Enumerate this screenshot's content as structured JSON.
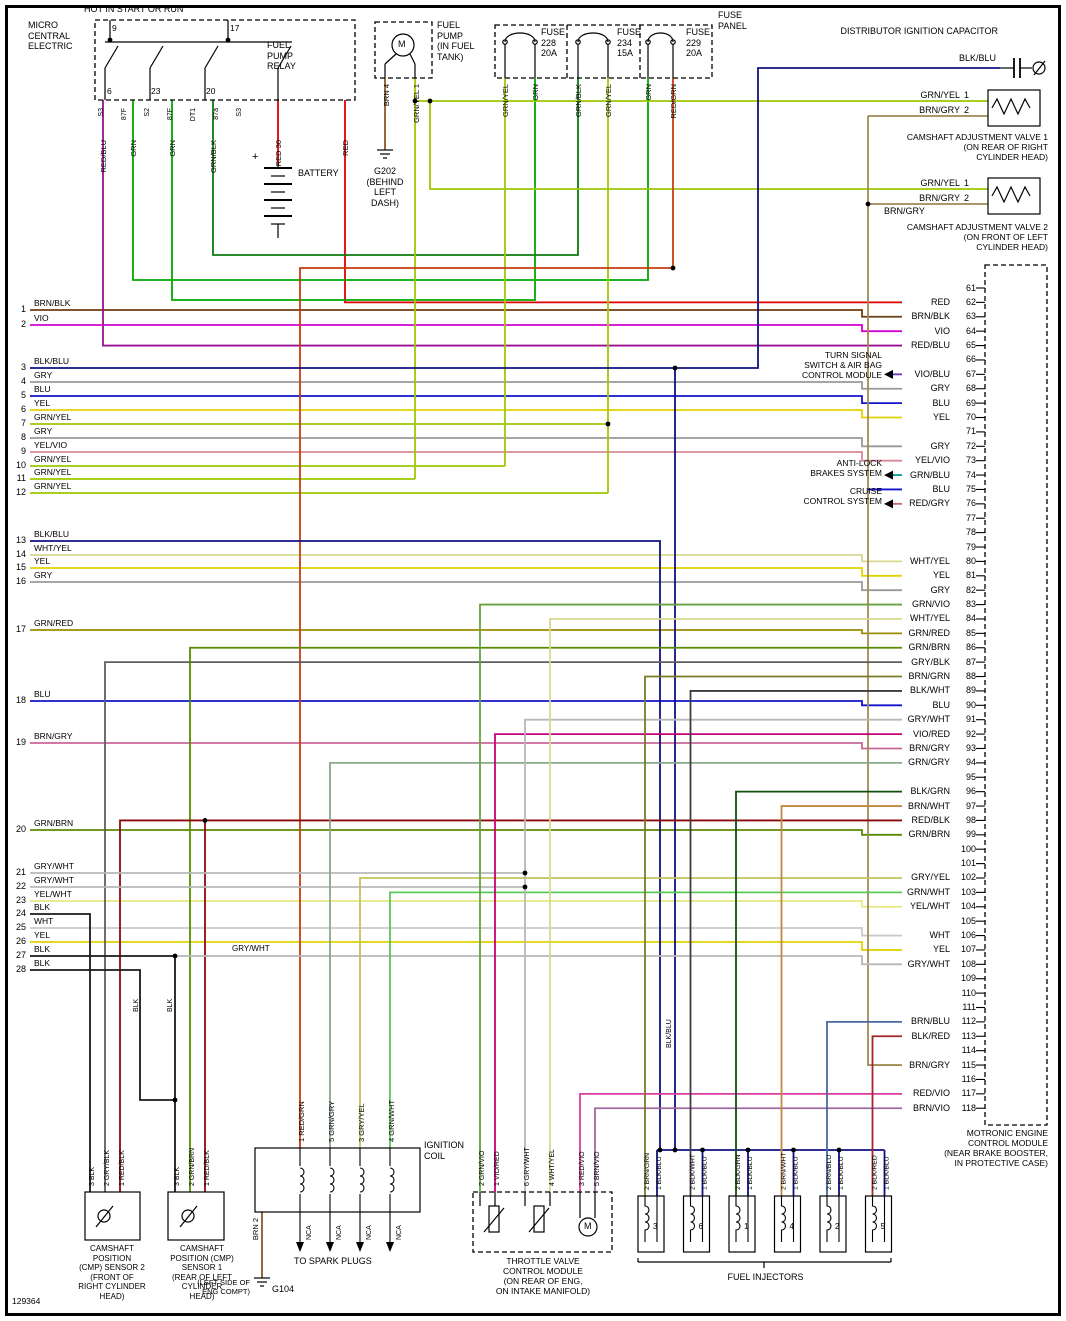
{
  "meta": {
    "id": "129364"
  },
  "palette": {
    "BLK": "#1a1a1a",
    "WHT": "#c9c9c9",
    "GRY": "#999999",
    "RED": "#e00000",
    "YEL": "#e0d400",
    "BLU": "#1414cc",
    "GRN": "#00a800",
    "BRN": "#8a5a28",
    "VIO": "#d400d4",
    "BRN/BLK": "#6e3d12",
    "RED/BLU": "#9a1090",
    "BLK/BLU": "#101080",
    "GRN/YEL": "#9cc800",
    "GRN/BLK": "#0c7a0c",
    "GRN/BRN": "#5a8a00",
    "GRN/RED": "#9c8c00",
    "GRN/GRY": "#8aa88a",
    "GRN/WHT": "#58c858",
    "GRN/VIO": "#68a040",
    "GRN/BLU": "#009a9a",
    "YEL/VIO": "#d88898",
    "YEL/WHT": "#e8e880",
    "WHT/YEL": "#d8d890",
    "GRY/BLK": "#5e5e5e",
    "GRY/WHT": "#b8b8b8",
    "GRY/YEL": "#c2c25a",
    "RED/GRN": "#c83c10",
    "RED/GRY": "#c86868",
    "RED/BLK": "#8a0a0a",
    "RED/VIO": "#d83ca0",
    "VIO/BLU": "#6838c8",
    "VIO/RED": "#c80078",
    "BRN/GRY": "#c86898",
    "BRN/GRY_ALT": "#a08a55",
    "BRN/GRN": "#7a7a28",
    "BRN/WHT": "#c08840",
    "BRN/BLU": "#4868a0",
    "BRN/VIO": "#a068a0",
    "BLK/WHT": "#3c3c3c",
    "BLK/GRN": "#0f4f0f",
    "BLK/RED": "#a02828"
  },
  "top": {
    "hot_label": "HOT IN START OR RUN",
    "micro_label": "MICRO\nCENTRAL\nELECTRIC"
  },
  "relay": {
    "label": "FUEL\nPUMP\nRELAY",
    "top_pins": [
      "9",
      "17"
    ],
    "bottom_pins": [
      "6",
      "23",
      "20"
    ],
    "terminals": [
      "S3",
      "87F",
      "S2",
      "87F",
      "DT1",
      "87a",
      "S3"
    ],
    "wire_labels": [
      "RED/BLU",
      "GRN",
      "GRN",
      "GRN/BLK",
      "RED 30",
      "RED"
    ]
  },
  "battery": {
    "label": "BATTERY",
    "plus": "+"
  },
  "fuel_pump": {
    "label": "FUEL\nPUMP\n(IN FUEL\nTANK)",
    "motor": "M",
    "wire_labels": [
      "BRN 4",
      "GRN/YEL 1"
    ],
    "ground_label": "G202\n(BEHIND\nLEFT\nDASH)"
  },
  "fuses": {
    "panel_label": "FUSE\nPANEL",
    "items": [
      {
        "label": "FUSE\n228\n20A"
      },
      {
        "label": "FUSE\n234\n15A"
      },
      {
        "label": "FUSE\n229\n20A"
      }
    ],
    "wire_labels": [
      "GRN/YEL",
      "GRN",
      "GRN/BLK",
      "GRN/YEL",
      "GRN",
      "RED/GRN"
    ]
  },
  "capacitor": {
    "label": "DISTRIBUTOR IGNITION CAPACITOR",
    "wire": "BLK/BLU"
  },
  "valves": [
    {
      "title": "CAMSHAFT ADJUSTMENT VALVE 1\n(ON REAR OF RIGHT\nCYLINDER HEAD)",
      "pins": [
        {
          "pin": "1",
          "wire": "GRN/YEL"
        },
        {
          "pin": "2",
          "wire": "BRN/GRY"
        }
      ]
    },
    {
      "title": "CAMSHAFT ADJUSTMENT VALVE 2\n(ON FRONT OF LEFT\nCYLINDER HEAD)",
      "pins": [
        {
          "pin": "1",
          "wire": "GRN/YEL"
        },
        {
          "pin": "2",
          "wire": "BRN/GRY"
        }
      ],
      "extra_wire": "BRN/GRY"
    }
  ],
  "ecm": {
    "title": "MOTRONIC ENGINE\nCONTROL MODULE\n(NEAR BRAKE BOOSTER,\nIN PROTECTIVE CASE)",
    "pins": [
      {
        "num": "61",
        "wire": ""
      },
      {
        "num": "62",
        "wire": "RED"
      },
      {
        "num": "63",
        "wire": "BRN/BLK"
      },
      {
        "num": "64",
        "wire": "VIO"
      },
      {
        "num": "65",
        "wire": "RED/BLU"
      },
      {
        "num": "66",
        "wire": ""
      },
      {
        "num": "67",
        "wire": "VIO/BLU"
      },
      {
        "num": "68",
        "wire": "GRY"
      },
      {
        "num": "69",
        "wire": "BLU"
      },
      {
        "num": "70",
        "wire": "YEL"
      },
      {
        "num": "71",
        "wire": ""
      },
      {
        "num": "72",
        "wire": "GRY"
      },
      {
        "num": "73",
        "wire": "YEL/VIO"
      },
      {
        "num": "74",
        "wire": "GRN/BLU"
      },
      {
        "num": "75",
        "wire": "BLU"
      },
      {
        "num": "76",
        "wire": "RED/GRY"
      },
      {
        "num": "77",
        "wire": ""
      },
      {
        "num": "78",
        "wire": ""
      },
      {
        "num": "79",
        "wire": ""
      },
      {
        "num": "80",
        "wire": "WHT/YEL"
      },
      {
        "num": "81",
        "wire": "YEL"
      },
      {
        "num": "82",
        "wire": "GRY"
      },
      {
        "num": "83",
        "wire": "GRN/VIO"
      },
      {
        "num": "84",
        "wire": "WHT/YEL"
      },
      {
        "num": "85",
        "wire": "GRN/RED"
      },
      {
        "num": "86",
        "wire": "GRN/BRN"
      },
      {
        "num": "87",
        "wire": "GRY/BLK"
      },
      {
        "num": "88",
        "wire": "BRN/GRN"
      },
      {
        "num": "89",
        "wire": "BLK/WHT"
      },
      {
        "num": "90",
        "wire": "BLU"
      },
      {
        "num": "91",
        "wire": "GRY/WHT"
      },
      {
        "num": "92",
        "wire": "VIO/RED"
      },
      {
        "num": "93",
        "wire": "BRN/GRY"
      },
      {
        "num": "94",
        "wire": "GRN/GRY"
      },
      {
        "num": "95",
        "wire": ""
      },
      {
        "num": "96",
        "wire": "BLK/GRN"
      },
      {
        "num": "97",
        "wire": "BRN/WHT"
      },
      {
        "num": "98",
        "wire": "RED/BLK"
      },
      {
        "num": "99",
        "wire": "GRN/BRN"
      },
      {
        "num": "100",
        "wire": ""
      },
      {
        "num": "101",
        "wire": ""
      },
      {
        "num": "102",
        "wire": "GRY/YEL"
      },
      {
        "num": "103",
        "wire": "GRN/WHT"
      },
      {
        "num": "104",
        "wire": "YEL/WHT"
      },
      {
        "num": "105",
        "wire": ""
      },
      {
        "num": "106",
        "wire": "WHT"
      },
      {
        "num": "107",
        "wire": "YEL"
      },
      {
        "num": "108",
        "wire": "GRY/WHT"
      },
      {
        "num": "109",
        "wire": ""
      },
      {
        "num": "110",
        "wire": ""
      },
      {
        "num": "111",
        "wire": ""
      },
      {
        "num": "112",
        "wire": "BRN/BLU"
      },
      {
        "num": "113",
        "wire": "BLK/RED"
      },
      {
        "num": "114",
        "wire": ""
      },
      {
        "num": "115",
        "wire": "BRN/GRY"
      },
      {
        "num": "116",
        "wire": ""
      },
      {
        "num": "117",
        "wire": "RED/VIO"
      },
      {
        "num": "118",
        "wire": "BRN/VIO"
      }
    ]
  },
  "left_pins": [
    {
      "num": "1",
      "wire": "BRN/BLK"
    },
    {
      "num": "2",
      "wire": "VIO"
    },
    {
      "num": "3",
      "wire": "BLK/BLU"
    },
    {
      "num": "4",
      "wire": "GRY"
    },
    {
      "num": "5",
      "wire": "BLU"
    },
    {
      "num": "6",
      "wire": "YEL"
    },
    {
      "num": "7",
      "wire": "GRN/YEL"
    },
    {
      "num": "8",
      "wire": "GRY"
    },
    {
      "num": "9",
      "wire": "YEL/VIO"
    },
    {
      "num": "10",
      "wire": "GRN/YEL"
    },
    {
      "num": "11",
      "wire": "GRN/YEL"
    },
    {
      "num": "12",
      "wire": "GRN/YEL"
    },
    {
      "num": "13",
      "wire": "BLK/BLU"
    },
    {
      "num": "14",
      "wire": "WHT/YEL"
    },
    {
      "num": "15",
      "wire": "YEL"
    },
    {
      "num": "16",
      "wire": "GRY"
    },
    {
      "num": "17",
      "wire": "GRN/RED"
    },
    {
      "num": "18",
      "wire": "BLU"
    },
    {
      "num": "19",
      "wire": "BRN/GRY"
    },
    {
      "num": "20",
      "wire": "GRN/BRN"
    },
    {
      "num": "21",
      "wire": "GRY/WHT"
    },
    {
      "num": "22",
      "wire": "GRY/WHT"
    },
    {
      "num": "23",
      "wire": "YEL/WHT"
    },
    {
      "num": "24",
      "wire": "BLK"
    },
    {
      "num": "25",
      "wire": "WHT"
    },
    {
      "num": "26",
      "wire": "YEL"
    },
    {
      "num": "27",
      "wire": "BLK"
    },
    {
      "num": "28",
      "wire": "BLK"
    }
  ],
  "annotations": [
    {
      "text": "TURN SIGNAL\nSWITCH & AIR BAG\nCONTROL MODULE",
      "pin": "67"
    },
    {
      "text": "ANTI-LOCK\nBRAKES SYSTEM",
      "pin": "74"
    },
    {
      "text": "CRUISE\nCONTROL SYSTEM",
      "pin": "76"
    }
  ],
  "cmp_sensors": [
    {
      "title": "CAMSHAFT\nPOSITION\n(CMP) SENSOR 2\n(FRONT OF\nRIGHT CYLINDER\nHEAD)",
      "wire_labels": [
        "3 BLK",
        "2 GRY/BLK",
        "1 RED/BLK"
      ]
    },
    {
      "title": "CAMSHAFT\nPOSITION (CMP)\nSENSOR 1\n(REAR OF LEFT\nCYLINDER\nHEAD)",
      "wire_labels": [
        "3 BLK",
        "2 GRN/BRN",
        "1 RED/BLK"
      ]
    }
  ],
  "coil": {
    "label": "IGNITION\nCOIL",
    "wire_labels": [
      "1 RED/GRN",
      "5 GRN/GRY",
      "3 GRY/YEL",
      "4 GRN/WHT"
    ],
    "nca_labels": [
      "NCA",
      "NCA",
      "NCA",
      "NCA"
    ],
    "ground_wire": "BRN 2",
    "ground_name": "G104",
    "ground_desc": "(LEFT SIDE OF\nENG COMPT)",
    "spark_label": "TO SPARK PLUGS"
  },
  "throttle": {
    "title": "THROTTLE VALVE\nCONTROL MODULE\n(ON REAR OF ENG,\nON INTAKE MANIFOLD)",
    "motor": "M",
    "wire_labels": [
      "2 GRN/VIO",
      "1 VIO/RED",
      "6 GRY/WHT",
      "4 WHT/YEL",
      "3 RED/VIO",
      "5 BRN/VIO"
    ]
  },
  "injectors": {
    "title": "FUEL INJECTORS",
    "bus_label": "BLK/BLU",
    "items": [
      {
        "num": "3",
        "wire_labels": [
          "2 BRN/GRN",
          "1 BLK/BLU"
        ]
      },
      {
        "num": "6",
        "wire_labels": [
          "2 BLK/WHT",
          "1 BLK/BLU"
        ]
      },
      {
        "num": "1",
        "wire_labels": [
          "2 BLK/GRN",
          "1 BLK/BLU"
        ]
      },
      {
        "num": "4",
        "wire_labels": [
          "2 BRN/WHT",
          "1 BLK/BLU"
        ]
      },
      {
        "num": "2",
        "wire_labels": [
          "2 BRN/BLU",
          "1 BLK/BLU"
        ]
      },
      {
        "num": "5",
        "wire_labels": [
          "2 BLK/RED",
          "1 BLK/BLU"
        ]
      }
    ]
  },
  "misc": {
    "gry_wht": "GRY/WHT",
    "blk_labels": [
      "BLK",
      "BLK"
    ]
  }
}
